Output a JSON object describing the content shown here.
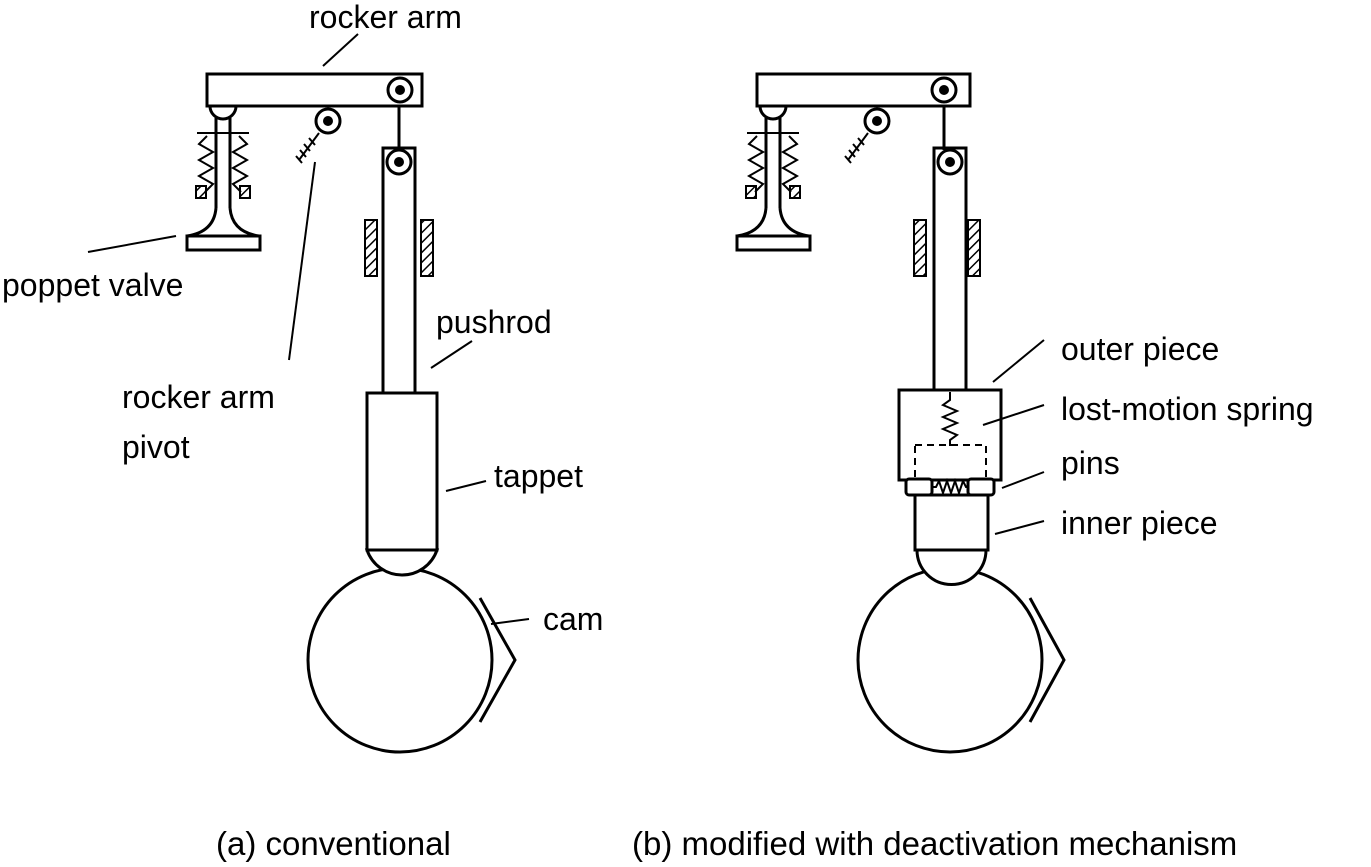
{
  "diagram_a": {
    "caption": "(a) conventional",
    "labels": {
      "rocker_arm": "rocker arm",
      "poppet_valve": "poppet valve",
      "pivot_line1": "rocker arm",
      "pivot_line2": "pivot",
      "pushrod": "pushrod",
      "tappet": "tappet",
      "cam": "cam"
    }
  },
  "diagram_b": {
    "caption": "(b) modified with deactivation mechanism",
    "labels": {
      "outer_piece": "outer piece",
      "lost_motion_spring": "lost-motion spring",
      "pins": "pins",
      "inner_piece": "inner piece"
    }
  }
}
